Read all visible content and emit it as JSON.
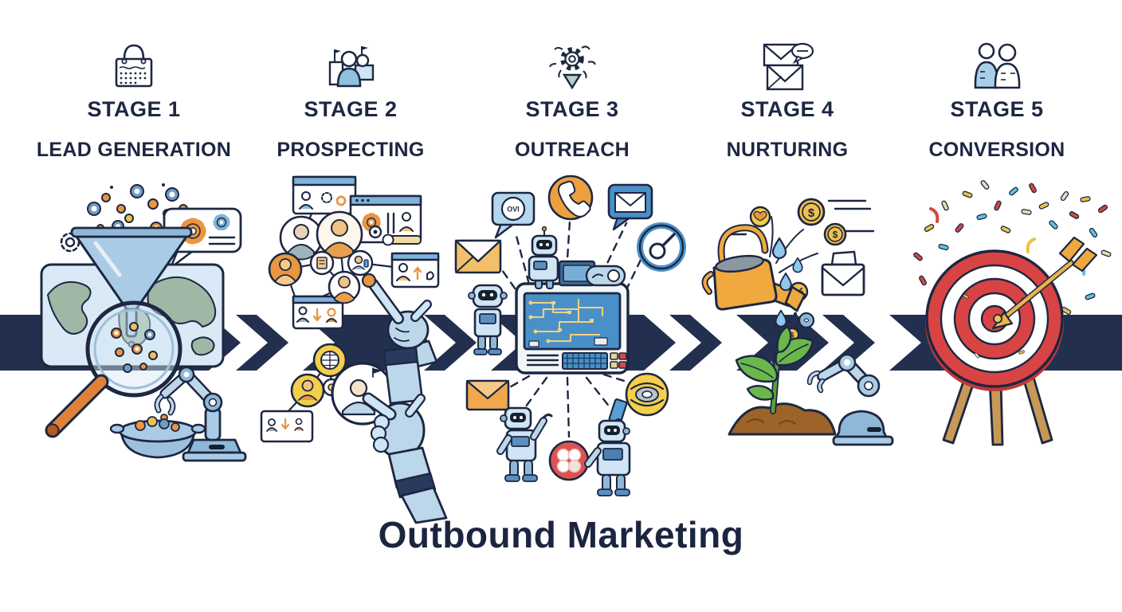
{
  "title": "Outbound Marketing",
  "stages": [
    {
      "stage": "STAGE 1",
      "name": "LEAD GENERATION",
      "icon": "calendar-bag-icon"
    },
    {
      "stage": "STAGE 2",
      "name": "PROSPECTING",
      "icon": "team-flags-icon"
    },
    {
      "stage": "STAGE 3",
      "name": "OUTREACH",
      "icon": "gear-burst-icon"
    },
    {
      "stage": "STAGE 4",
      "name": "NURTURING",
      "icon": "mail-stack-chat-icon"
    },
    {
      "stage": "STAGE 5",
      "name": "CONVERSION",
      "icon": "two-people-icon"
    }
  ],
  "illustrations": {
    "stage1": "funnel-map-magnifier-robot-arm",
    "stage2": "avatar-network-robot-hands",
    "stage3": "robots-control-console-channel-icons",
    "stage4": "watering-can-coins-plant-robot-arm",
    "stage5": "target-arrow-confetti-tripod"
  },
  "glyphs": {
    "chat_bubble_text": "OVI",
    "dollar": "$"
  },
  "colors": {
    "band_navy": "#232f4e",
    "outline_ink": "#1d2742",
    "accent_orange": "#e8963f",
    "accent_gold": "#f0c050",
    "accent_blue": "#4a90c8",
    "light_blue": "#cfe4f4",
    "target_red": "#d84444",
    "plant_green": "#6ab84c",
    "soil_brown": "#9c6428"
  }
}
